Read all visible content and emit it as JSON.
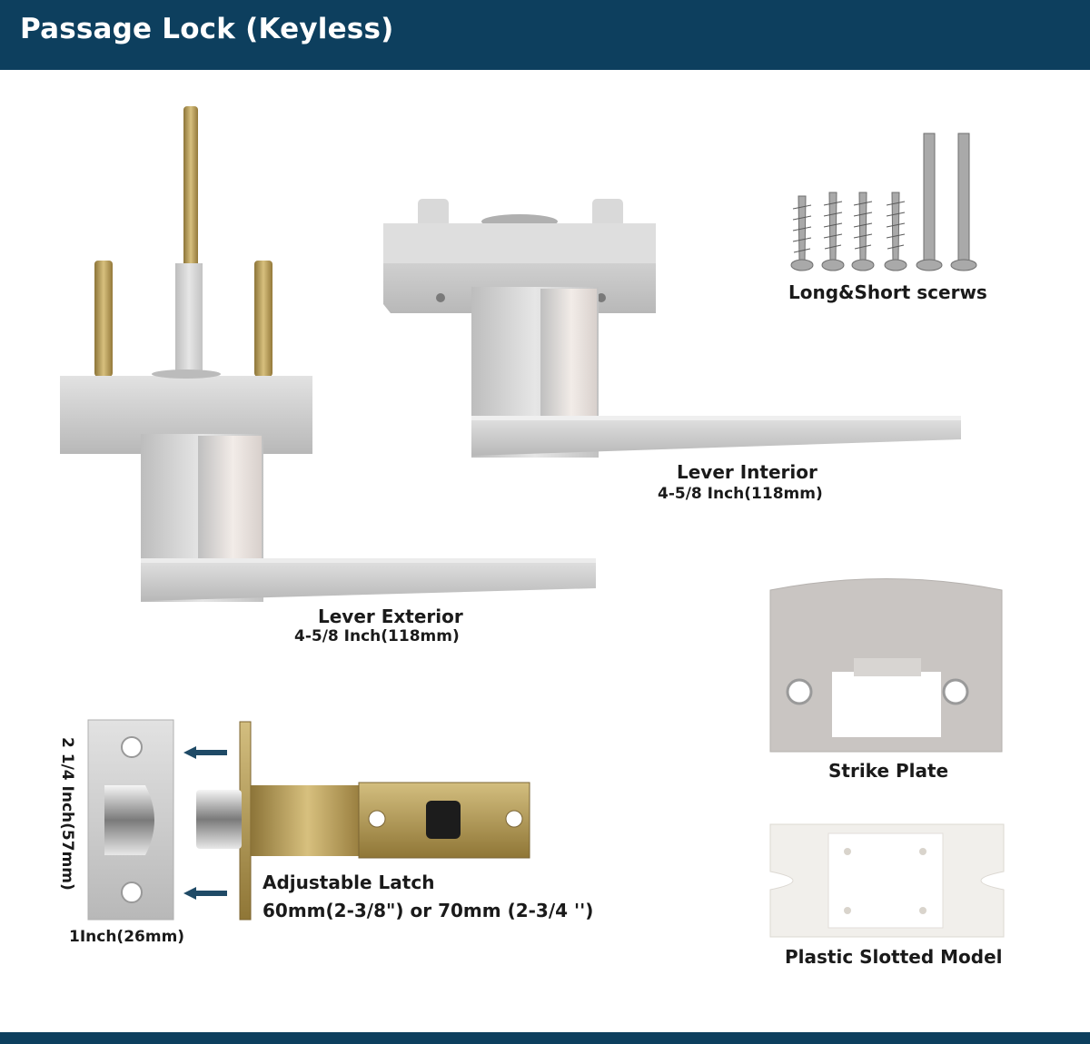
{
  "header": {
    "title": "Passage Lock (Keyless)"
  },
  "parts": {
    "screws": {
      "label": "Long&Short scerws"
    },
    "lever_interior": {
      "name": "Lever Interior",
      "size": "4-5/8 Inch(118mm)"
    },
    "lever_exterior": {
      "name": "Lever Exterior",
      "size": "4-5/8 Inch(118mm)"
    },
    "strike_plate": {
      "label": "Strike Plate"
    },
    "latch": {
      "name": "Adjustable Latch",
      "backset": "60mm(2-3/8\") or 70mm (2-3/4 '')",
      "height": "2 1/4 Inch(57mm)",
      "width": "1Inch(26mm)"
    },
    "plastic": {
      "label": "Plastic Slotted Model"
    }
  },
  "colors": {
    "header": "#0d3f5e",
    "metal": "#c9c9c9",
    "brass": "#b59a55"
  },
  "icons": [
    "screw-icon",
    "lever-icon",
    "latch-icon",
    "strike-plate-icon",
    "arrow-left-icon"
  ]
}
